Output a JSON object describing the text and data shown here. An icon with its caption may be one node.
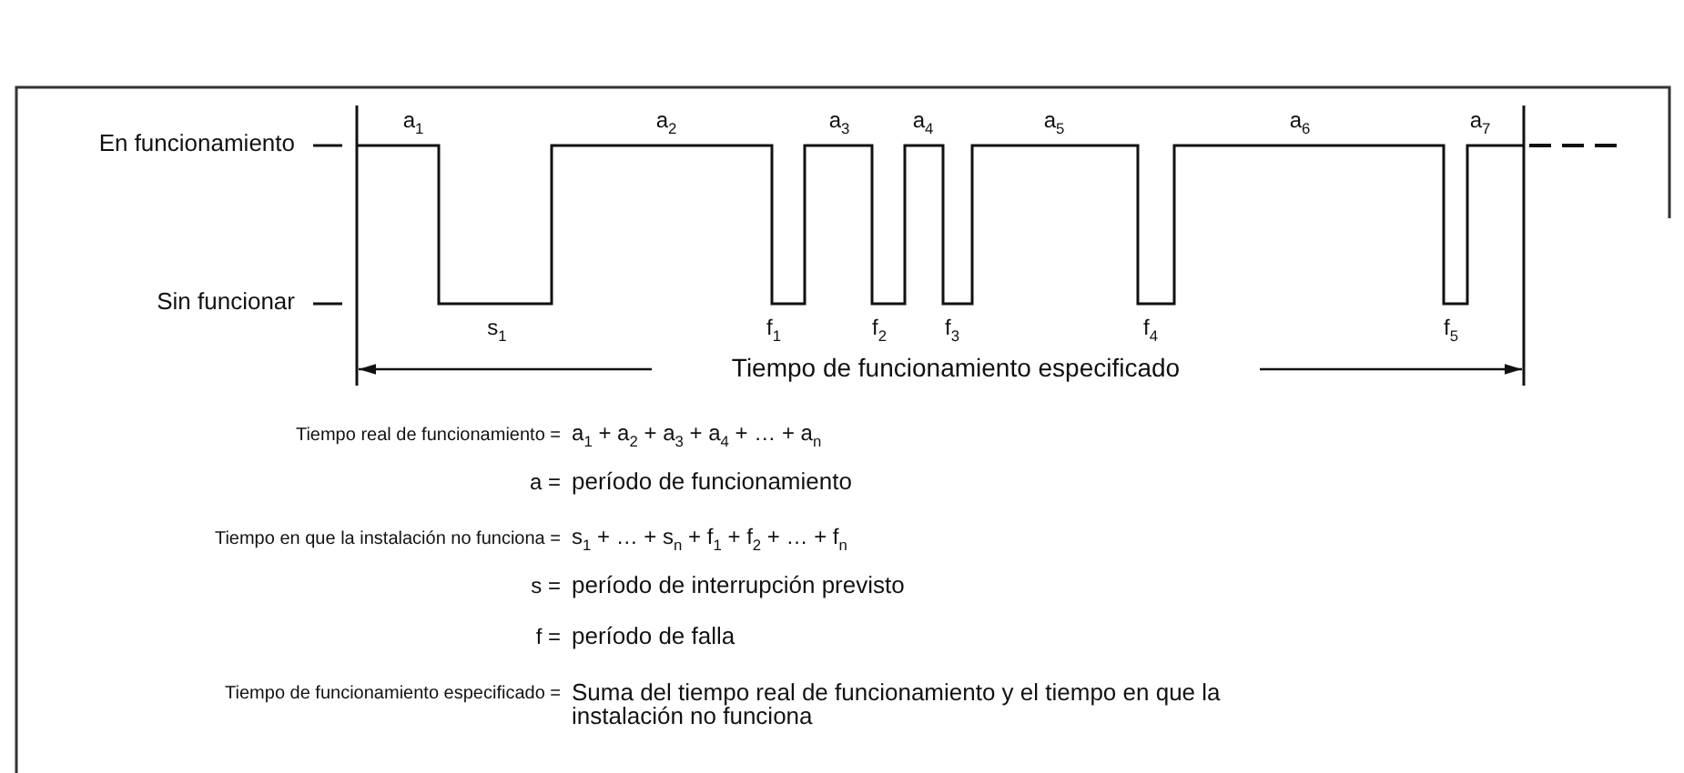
{
  "diagram": {
    "labels": [
      "a$_{1}$",
      "a$_{2}$",
      "a$_{3}$",
      "a$_{4}$",
      "a$_{5}$",
      "a$_{6}$",
      "a$_{7}$",
      "En funcionamiento",
      "Sin funcionar",
      "s$_{1}$",
      "f$_{1}$",
      "f$_{2}$",
      "f$_{3}$",
      "f$_{4}$",
      "f$_{5}$",
      "Tiempo de funcionamiento especificado",
      "Tiempo real de funcionamiento =",
      "a$_{1}$ + a$_{2}$ + a$_{3}$ + a$_{4}$ + … + a$_{n}$",
      "a =",
      "período de funcionamiento",
      "Tiempo en que la instalación no funciona =",
      "s$_{1}$ + … + s$_{n}$ + f$_{1}$ + f$_{2}$ + … + f$_{n}$",
      "s =",
      "período de interrupción previsto",
      "f =",
      "período de falla",
      "Tiempo de funcionamiento especificado =",
      "Suma del tiempo real de funcionamiento y el tiempo en que la instalación no funciona"
    ]
  }
}
